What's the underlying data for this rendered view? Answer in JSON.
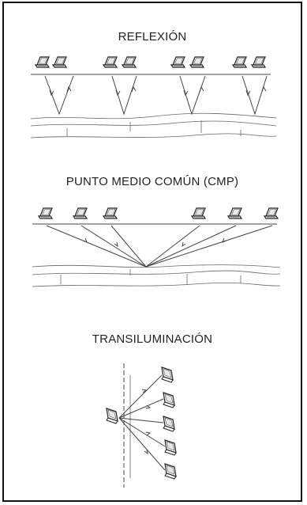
{
  "sections": [
    {
      "title": "REFLEXIÓN"
    },
    {
      "title": "PUNTO MEDIO COMÚN (CMP)"
    },
    {
      "title": "TRANSILUMINACIÓN"
    }
  ]
}
